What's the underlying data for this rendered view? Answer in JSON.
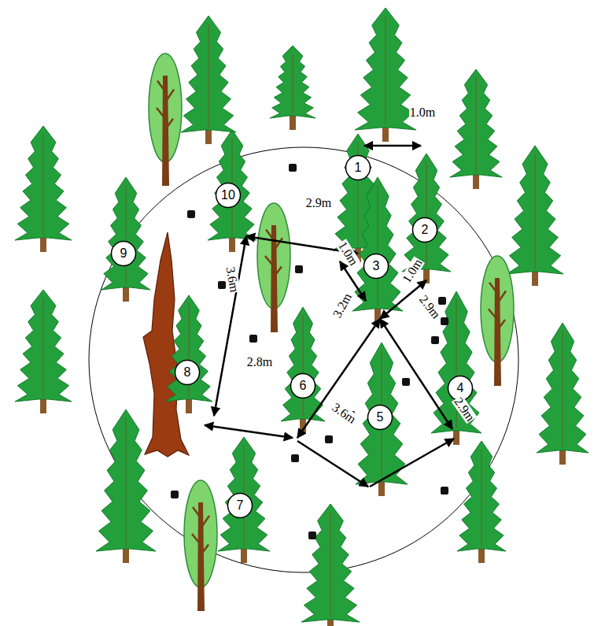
{
  "diagram": {
    "nodes": [
      {
        "text": [
          "1"
        ]
      },
      {
        "text": [
          "10"
        ]
      },
      {
        "text": [
          "2"
        ]
      },
      {
        "text": [
          "9"
        ]
      },
      {
        "text": [
          "3"
        ]
      },
      {
        "text": [
          "8"
        ]
      },
      {
        "text": [
          "6"
        ]
      },
      {
        "text": [
          "4"
        ]
      },
      {
        "text": [
          "5"
        ]
      },
      {
        "text": [
          "7"
        ]
      }
    ],
    "labels": [
      "1.0m",
      "2.9m",
      "1.0m",
      "1.0m",
      "3.6m",
      "2.9m",
      "3.2m",
      "2.8m",
      "3.6m",
      "2.9m"
    ]
  }
}
